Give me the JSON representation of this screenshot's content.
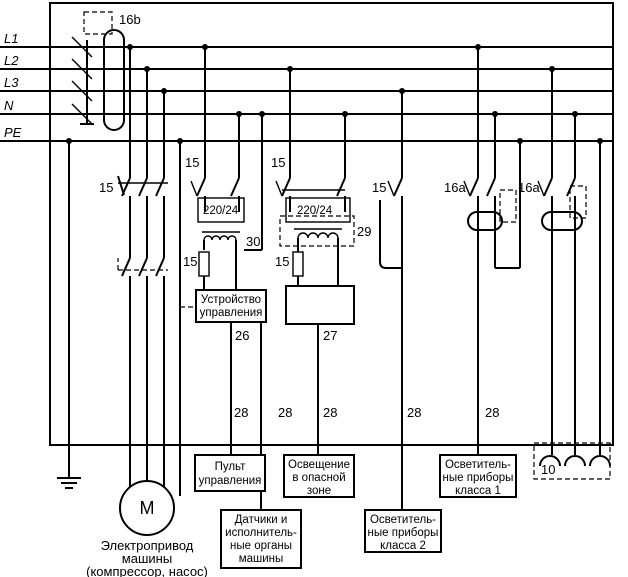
{
  "bus_labels": [
    "L1",
    "L2",
    "L3",
    "N",
    "PE"
  ],
  "labels": {
    "main_breaker": "16b",
    "breaker": "15",
    "rcd": "16a",
    "transformer_ratio": "220/24",
    "ref_30": "30",
    "ref_29": "29",
    "ref_26": "26",
    "ref_27": "27",
    "ref_28": "28",
    "ref_10": "10",
    "motor": "M"
  },
  "boxes": {
    "control_device": [
      "Устройство",
      "управления"
    ],
    "control_panel": [
      "Пульт",
      "управления"
    ],
    "sensors": [
      "Датчики и",
      "исполнитель-",
      "ные органы",
      "машины"
    ],
    "hazard_light": [
      "Освещение",
      "в опасной",
      "зоне"
    ],
    "lights_class2": [
      "Осветитель-",
      "ные приборы",
      "класса 2"
    ],
    "lights_class1": [
      "Осветитель-",
      "ные приборы",
      "класса 1"
    ]
  },
  "motor_caption": [
    "Электропривод",
    "машины",
    "(компрессор, насос)"
  ]
}
